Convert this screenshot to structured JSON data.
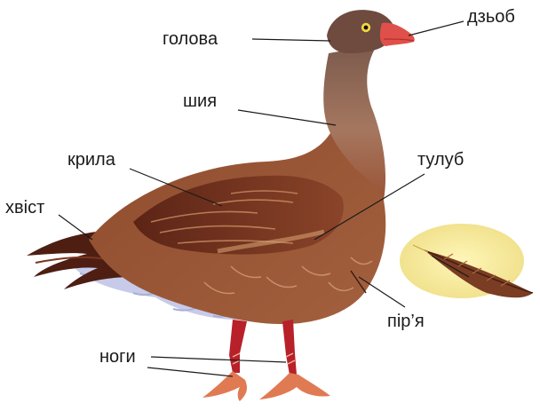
{
  "labels": {
    "head": "голова",
    "beak": "дзьоб",
    "neck": "шия",
    "wings": "крила",
    "body": "тулуб",
    "tail": "хвіст",
    "feathers": "пір’я",
    "legs": "ноги"
  },
  "colors": {
    "body_brown": "#8e4a2c",
    "wing_brown": "#7a3a22",
    "beak": "#e0504a",
    "legs": "#b8202a",
    "belly": "#c9cdea",
    "feather_halo": "#f6efb0",
    "leader_line": "#1a1a1a"
  }
}
